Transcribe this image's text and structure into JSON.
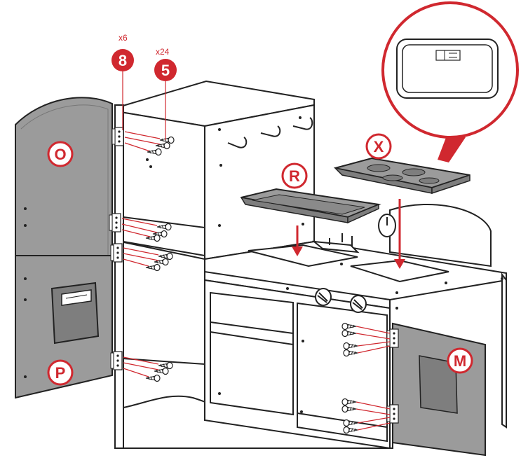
{
  "colors": {
    "accent": "#d0282f",
    "panel_gray": "#9b9b9b",
    "panel_dark": "#7e7e7e",
    "outline": "#222222",
    "wood": "#ffffff"
  },
  "hardware": [
    {
      "id": "8",
      "qty": "x6",
      "icon": "hinge-icon"
    },
    {
      "id": "5",
      "qty": "x24",
      "icon": "screw-icon"
    }
  ],
  "parts": {
    "O": "O",
    "P": "P",
    "R": "R",
    "X": "X",
    "M": "M"
  }
}
